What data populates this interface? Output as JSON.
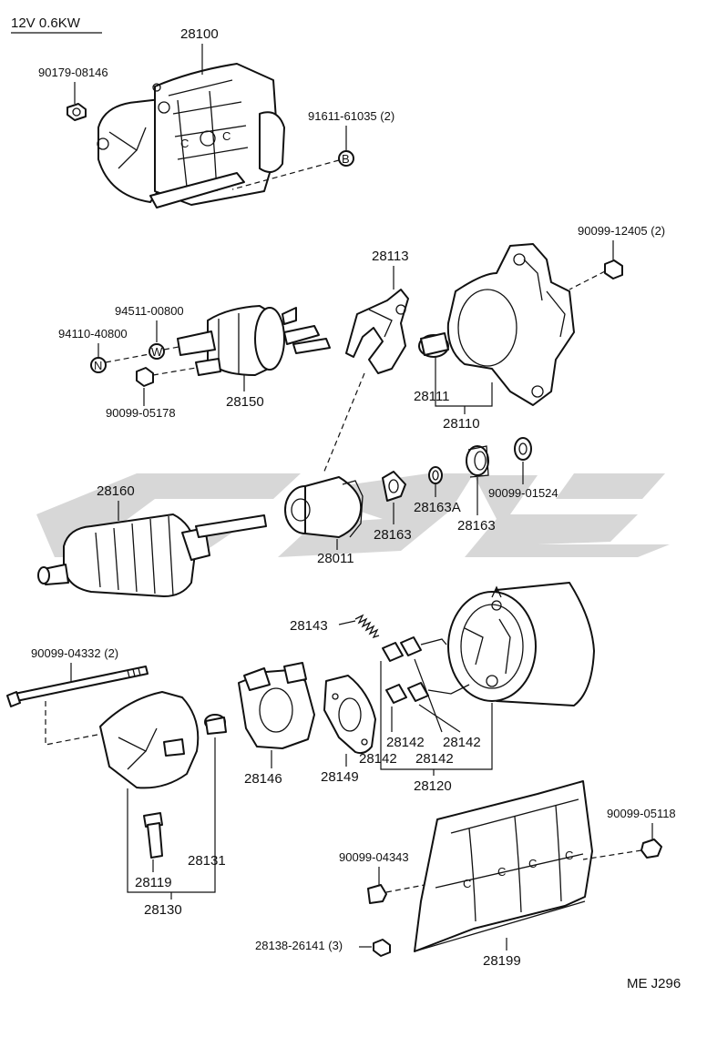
{
  "header": {
    "spec": "12V  0.6KW"
  },
  "footer": {
    "code": "ME  J296"
  },
  "circle_markers": {
    "B": "B",
    "W": "W",
    "N": "N"
  },
  "labels": {
    "p28100": "28100",
    "p90179_08146": "90179-08146",
    "p91611_61035": "91611-61035 (2)",
    "p28113": "28113",
    "p90099_12405": "90099-12405 (2)",
    "p94511_00800": "94511-00800",
    "p94110_40800": "94110-40800",
    "p90099_05178": "90099-05178",
    "p28150": "28150",
    "p28111": "28111",
    "p28110": "28110",
    "p28160": "28160",
    "p28011": "28011",
    "p28163_a": "28163",
    "p28163A": "28163A",
    "p28163_b": "28163",
    "p90099_01524": "90099-01524",
    "p28143": "28143",
    "p90099_04332": "90099-04332 (2)",
    "p28146": "28146",
    "p28149": "28149",
    "p28142_a": "28142",
    "p28142_b": "28142",
    "p28142_c": "28142",
    "p28142_d": "28142",
    "p28120": "28120",
    "p28131": "28131",
    "p28119": "28119",
    "p28130": "28130",
    "p90099_05118": "90099-05118",
    "p90099_04343": "90099-04343",
    "p28138_26141": "28138-26141 (3)",
    "p28199": "28199"
  }
}
